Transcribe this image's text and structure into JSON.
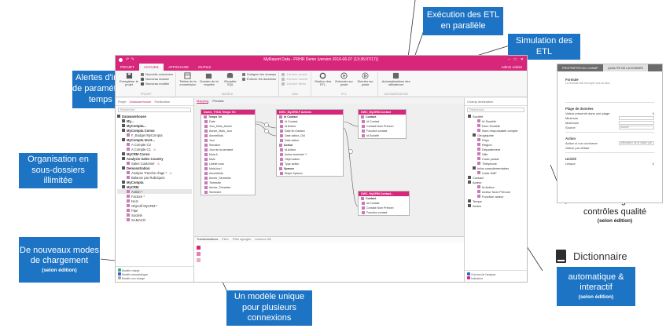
{
  "callouts": {
    "etl_parallel": {
      "text": "Exécution  des ETL en parallèle"
    },
    "etl_simulation": {
      "text": "Simulation des ETL"
    },
    "integrity_alerts": {
      "text": "Alertes d'intégrité de paramétrage en temps réel"
    },
    "subfolders": {
      "text": "Organisation en sous-dossiers illimitée"
    },
    "loading_modes": {
      "text": "De nouveaux modes de chargement",
      "sub": "(selon édition)"
    },
    "single_model": {
      "text": "Un modèle unique pour plusieurs connexions"
    },
    "quality_controls": {
      "text": "Gestion intégrée des contrôles qualité",
      "sub": "(selon édition)"
    },
    "dictionary": {
      "title": "Dictionnaire",
      "text": "automatique & interactif",
      "sub": "(selon édition)"
    }
  },
  "app": {
    "title": "MyReport Data - PRHR Demo (version 2016-06-07 (13:36:07/17))",
    "ribbon_tabs": [
      "PROJET",
      "ACCUEIL",
      "AFFICHAGE",
      "OUTILS"
    ],
    "active_tab": "ACCUEIL",
    "user": "Admin Admin",
    "ribbon": {
      "save": "Enregistrer le projet",
      "new_connection": "Nouvelle connexion",
      "new_folder": "Nouveau dossier",
      "new_model": "Nouveau modèle",
      "commission_table": "Tables de la commission",
      "pivot": "Dossier de la requête",
      "sql_query": "Requête SQL",
      "highlight_fields": "Surligner les champs",
      "remove_duplicates": "Enlever les doublons",
      "cols_simple": "Jointure simple",
      "cols_double": "Jointure double",
      "cols_filter": "Jointure filtrée",
      "etl_manage": "Gestion des ETL",
      "execute": "Exécuter sur poste",
      "simulate": "Simuler sur poste",
      "automation": "Automatisations des utilisateurs",
      "groups": [
        "PROJET",
        "MODÈLE",
        "LIEN",
        "ETL",
        "AUTOMATISATION"
      ]
    },
    "left_tabs": [
      "Projet",
      "Datawarehouse",
      "Publication"
    ],
    "search_placeholder": "Rechercher",
    "tree": [
      {
        "label": "Datawarehouse",
        "bold": true,
        "depth": 0
      },
      {
        "label": "My...",
        "bold": true,
        "depth": 1
      },
      {
        "label": "MyCompta...",
        "bold": true,
        "depth": 1
      },
      {
        "label": "MyCompta Conso",
        "bold": true,
        "depth": 1
      },
      {
        "label": "F_Budget MyCompta",
        "bold": false,
        "depth": 2
      },
      {
        "label": "MyCompta Invst...",
        "bold": true,
        "depth": 1
      },
      {
        "label": "A Compte C2",
        "bold": false,
        "depth": 2
      },
      {
        "label": "A Compte C1",
        "bold": false,
        "depth": 2
      },
      {
        "label": "MyCRM Conso",
        "bold": true,
        "depth": 1
      },
      {
        "label": "Analysis Sales Country",
        "bold": true,
        "depth": 1
      },
      {
        "label": "Sales Customer",
        "bold": false,
        "depth": 2
      },
      {
        "label": "Demonstration",
        "bold": true,
        "depth": 1
      },
      {
        "label": "Analyse Tranche d'age *",
        "bold": false,
        "depth": 2
      },
      {
        "label": "Balance par Rubriques",
        "bold": false,
        "depth": 2
      },
      {
        "label": "MyCompta",
        "bold": true,
        "depth": 1
      },
      {
        "label": "MyCRM",
        "bold": true,
        "depth": 1
      },
      {
        "label": "Action *",
        "bold": false,
        "depth": 2
      },
      {
        "label": "Facture *",
        "bold": false,
        "depth": 2
      },
      {
        "label": "NAS",
        "bold": false,
        "depth": 2
      },
      {
        "label": "Objectif MyCRM *",
        "bold": false,
        "depth": 2
      },
      {
        "label": "Pipe",
        "bold": false,
        "depth": 2
      },
      {
        "label": "Société",
        "bold": false,
        "depth": 2
      },
      {
        "label": "SAMACO",
        "bold": false,
        "depth": 2
      }
    ],
    "legend": [
      "Modèle chargé",
      "Modèle autocatalogue",
      "Modèle non chargé"
    ],
    "center_tabs": [
      "Mapping",
      "Preview"
    ],
    "tables": [
      {
        "title": "Dwem_TVDA Temps Tel",
        "rows": [
          "Temps Tel",
          "Date",
          "Jour_Mois_Annee",
          "Annee_Mois_Jour",
          "AnneeMois",
          "Jour",
          "Semaine",
          "Jour de la semaine",
          "Mois A",
          "Mois",
          "Libellé mois",
          "MoisJourI",
          "AnneeMois",
          "Année_Semestre",
          "Trimestre",
          "Année_Trimestre",
          "Semestre"
        ]
      },
      {
        "title": "DWC_MyCRM.F Actions",
        "rows": [
          "Id Contact",
          "Id Contact",
          "Id Acteur",
          "Date fin d'action",
          "Date action_Old",
          "Date action",
          "Acteur",
          "Id Acteur",
          "Action terminée ?",
          "Objet action",
          "Type action",
          "Spanco",
          "Etape Spanco"
        ]
      },
      {
        "title": "DWC_MyCRM.Contact",
        "rows": [
          "Contact",
          "Id Contact",
          "Contact Nom Prénom",
          "Fonction contact",
          "Id Société"
        ]
      },
      {
        "title": "DWC_MyCRM.Contact...",
        "rows": [
          "Contact",
          "Id Contact",
          "Contact Nom Prénom",
          "Fonction contact"
        ]
      }
    ],
    "bottom_tabs": [
      "Transformations",
      "Filtre",
      "Filtre agrégés",
      "Lectures SB"
    ],
    "right_title": "Champ destination",
    "right_tree": [
      "Société",
      "Id Société",
      "Nom Société",
      "Nom responsable compte",
      "Géographie",
      "Pays",
      "Région",
      "Département",
      "Ville",
      "Code postal",
      "Téléphone",
      "Infos complémentaires",
      "Code NAF",
      "Contact",
      "Acteur",
      "Id Acteur",
      "Acteur Nom Prénom",
      "Fonction acteur",
      "Temps",
      "Action"
    ],
    "right_legend": [
      "Colonne de l'analyse",
      "Indicateur"
    ]
  },
  "prop_panel": {
    "tabs": [
      "PROPRIÉTÉS DU CHAMP",
      "QUALITÉ DE LA DONNÉE"
    ],
    "active_tab": "QUALITÉ DE LA DONNÉE",
    "formula_title": "Formule",
    "formula_text": "La formule doit renvoyer vrai ou faux",
    "range_title": "Plage de données",
    "range_label": "Valeur présente dans une plage",
    "range_value": "0",
    "min_label": "Minimum",
    "max_label": "Maximum",
    "source_label": "Source",
    "source_value": "Source",
    "action_title": "Action",
    "action_label": "Action si non conforme",
    "action_value": "Affectation de la valeur par",
    "default_label": "Valeur par défaut",
    "unicite_title": "Unicité",
    "unique_label": "Unique",
    "unique_value": "0"
  },
  "colors": {
    "accent": "#d8267b",
    "callout": "#1d74c4"
  }
}
